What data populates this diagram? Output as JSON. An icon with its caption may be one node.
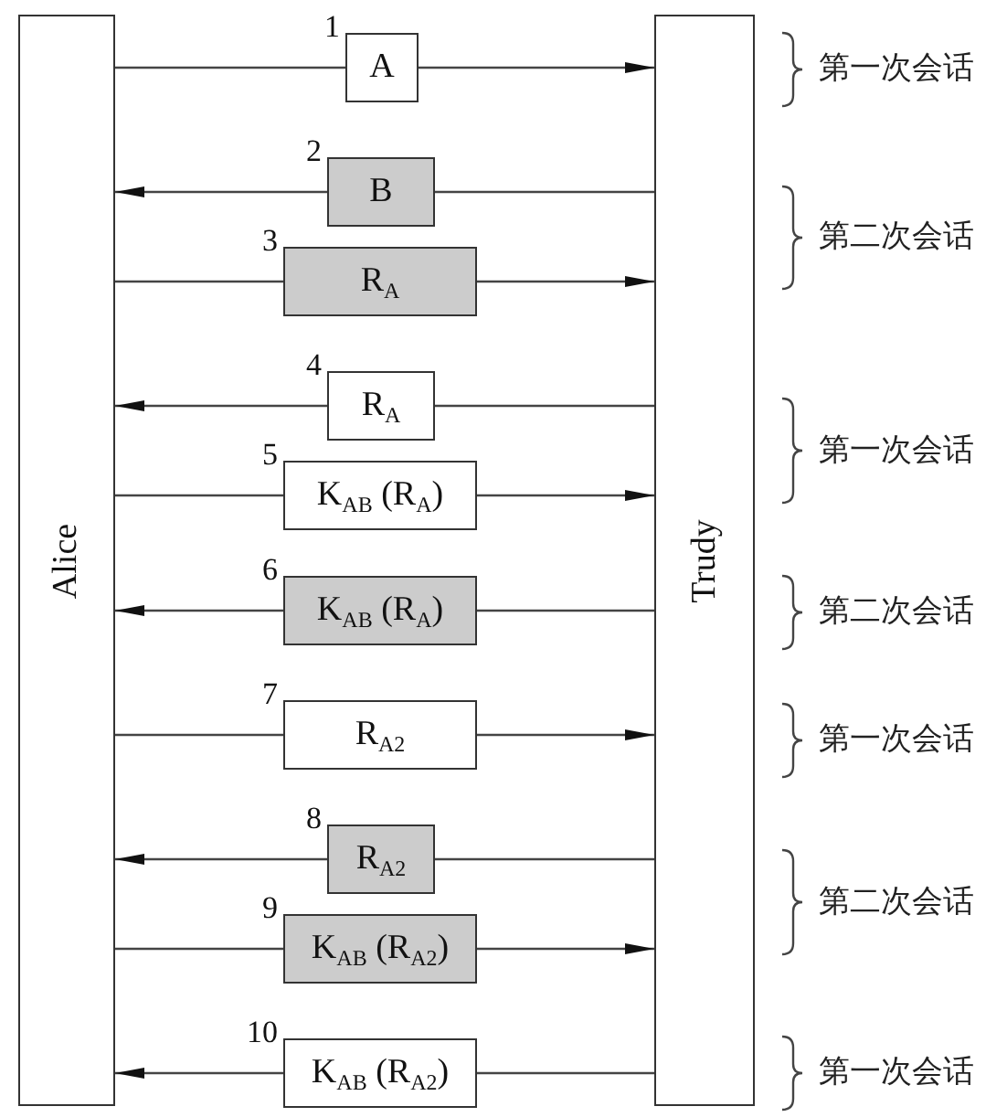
{
  "diagram": {
    "nodes": [
      {
        "text": [
          "Alice"
        ]
      },
      {
        "text": [
          "Trudy"
        ]
      },
      {
        "text": [
          "A"
        ],
        "beside": [
          "1"
        ]
      },
      {
        "text": [
          "B"
        ],
        "beside": [
          "2"
        ]
      },
      {
        "text": [
          "R$_{A}$"
        ],
        "beside": [
          "3"
        ]
      },
      {
        "text": [
          "R$_{A}$"
        ],
        "beside": [
          "4"
        ]
      },
      {
        "text": [
          "K$_{AB}$ (R$_{A}$)"
        ],
        "beside": [
          "5"
        ]
      },
      {
        "text": [
          "K$_{AB}$ (R$_{A}$)"
        ],
        "beside": [
          "6"
        ]
      },
      {
        "text": [
          "R$_{A2}$"
        ],
        "beside": [
          "7"
        ]
      },
      {
        "text": [
          "R$_{A2}$"
        ],
        "beside": [
          "8"
        ]
      },
      {
        "text": [
          "K$_{AB}$ (R$_{A2}$)"
        ],
        "beside": [
          "9"
        ]
      },
      {
        "text": [
          "K$_{AB}$ (R$_{A2}$)"
        ],
        "beside": [
          "10"
        ]
      }
    ],
    "edges": [
      {
        "from": 0,
        "to": 2,
        "arrow": "none"
      },
      {
        "from": 2,
        "to": 1,
        "arrow": "to"
      },
      {
        "from": 1,
        "to": 3,
        "arrow": "none"
      },
      {
        "from": 3,
        "to": 0,
        "arrow": "to"
      },
      {
        "from": 0,
        "to": 4,
        "arrow": "none"
      },
      {
        "from": 4,
        "to": 1,
        "arrow": "to"
      },
      {
        "from": 1,
        "to": 5,
        "arrow": "none"
      },
      {
        "from": 5,
        "to": 0,
        "arrow": "to"
      },
      {
        "from": 0,
        "to": 6,
        "arrow": "none"
      },
      {
        "from": 6,
        "to": 1,
        "arrow": "to"
      },
      {
        "from": 1,
        "to": 7,
        "arrow": "none"
      },
      {
        "from": 7,
        "to": 0,
        "arrow": "to"
      },
      {
        "from": 0,
        "to": 8,
        "arrow": "none"
      },
      {
        "from": 8,
        "to": 1,
        "arrow": "to"
      },
      {
        "from": 1,
        "to": 9,
        "arrow": "none"
      },
      {
        "from": 9,
        "to": 0,
        "arrow": "to"
      },
      {
        "from": 0,
        "to": 10,
        "arrow": "none"
      },
      {
        "from": 10,
        "to": 1,
        "arrow": "to"
      },
      {
        "from": 1,
        "to": 11,
        "arrow": "none"
      },
      {
        "from": 11,
        "to": 0,
        "arrow": "to"
      }
    ],
    "labels": [
      "第一次会话",
      "第二次会话",
      "第一次会话",
      "第二次会话",
      "第一次会话",
      "第二次会话",
      "第一次会话"
    ]
  }
}
